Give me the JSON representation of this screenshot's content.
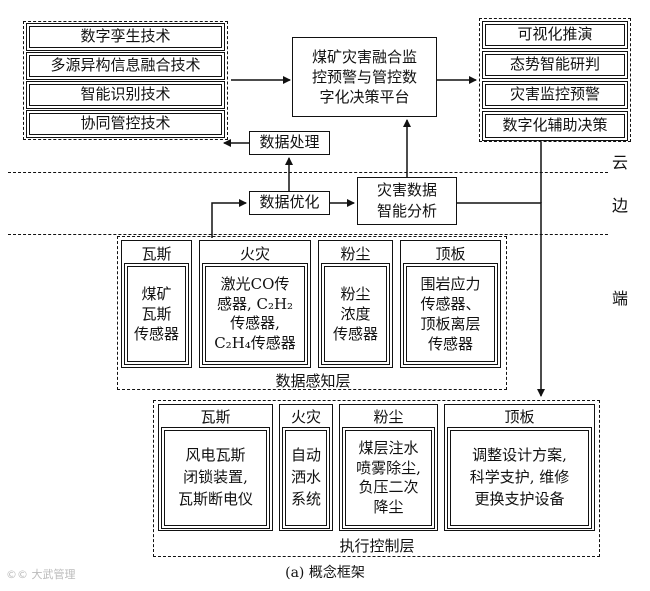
{
  "cloud_left": [
    {
      "label": "数字孪生技术"
    },
    {
      "label": "多源异构信息融合技术"
    },
    {
      "label": "智能识别技术"
    },
    {
      "label": "协同管控技术"
    }
  ],
  "center": {
    "line1": "煤矿灾害融合监",
    "line2": "控预警与管控数",
    "line3": "字化决策平台"
  },
  "cloud_right": [
    {
      "label": "可视化推演"
    },
    {
      "label": "态势智能研判"
    },
    {
      "label": "灾害监控预警"
    },
    {
      "label": "数字化辅助决策"
    }
  ],
  "data_processing": "数据处理",
  "data_optimize": "数据优化",
  "disaster_analysis": {
    "line1": "灾害数据",
    "line2": "智能分析"
  },
  "layers": {
    "cloud": "云",
    "edge": "边",
    "end": "端"
  },
  "perception": {
    "title": "数据感知层",
    "groups": [
      {
        "title": "瓦斯",
        "lines": [
          "煤矿",
          "瓦斯",
          "传感器"
        ]
      },
      {
        "title": "火灾",
        "lines": [
          "激光CO传",
          "感器, C₂H₂",
          "传感器,",
          "C₂H₄传感器"
        ]
      },
      {
        "title": "粉尘",
        "lines": [
          "粉尘",
          "浓度",
          "传感器"
        ]
      },
      {
        "title": "顶板",
        "lines": [
          "围岩应力",
          "传感器、",
          "顶板离层",
          "传感器"
        ]
      }
    ]
  },
  "execution": {
    "title": "执行控制层",
    "groups": [
      {
        "title": "瓦斯",
        "lines": [
          "风电瓦斯",
          "闭锁装置,",
          "瓦斯断电仪"
        ]
      },
      {
        "title": "火灾",
        "lines": [
          "自动",
          "洒水",
          "系统"
        ]
      },
      {
        "title": "粉尘",
        "lines": [
          "煤层注水",
          "喷雾除尘,",
          "负压二次",
          "降尘"
        ]
      },
      {
        "title": "顶板",
        "lines": [
          "调整设计方案,",
          "科学支护, 维修",
          "更换支护设备"
        ]
      }
    ]
  },
  "caption": "(a) 概念框架",
  "watermark": "©© 大武管理"
}
